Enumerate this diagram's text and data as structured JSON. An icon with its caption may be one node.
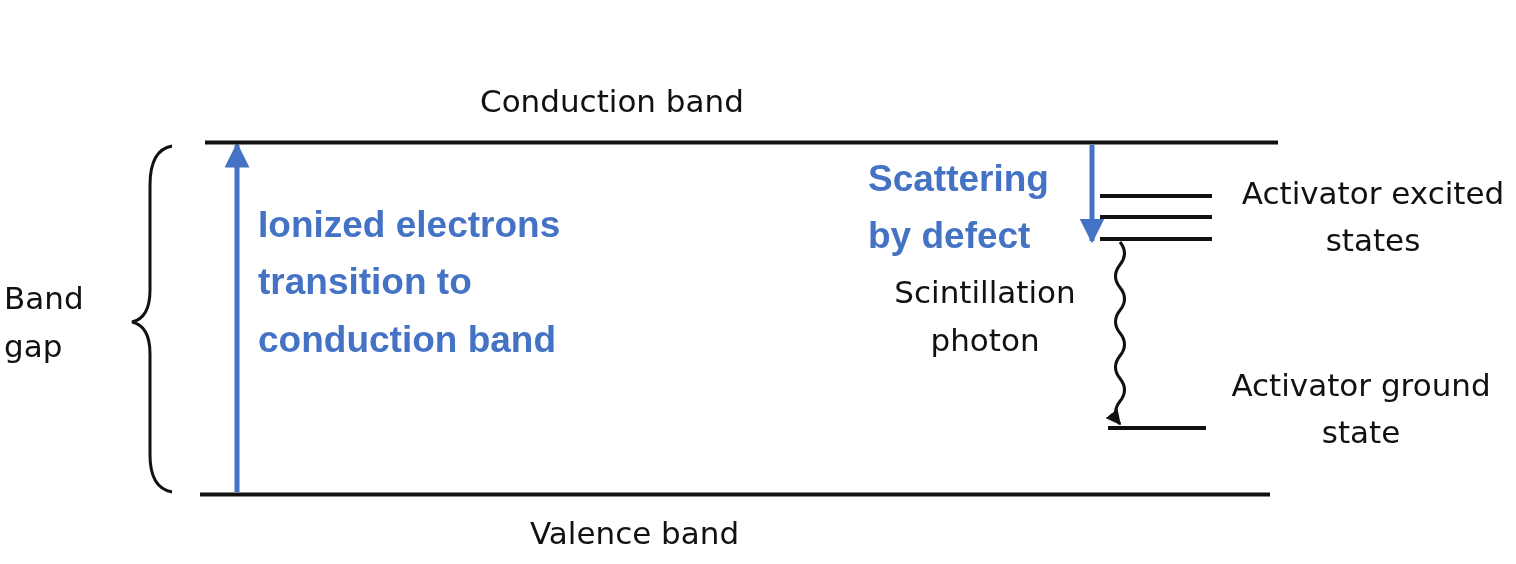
{
  "diagram": {
    "nodes": [
      {
        "text": [
          "Conduction band"
        ]
      },
      {
        "text": [
          "Valence band"
        ]
      },
      {
        "text": [
          "Activator excited states"
        ]
      },
      {
        "text": [
          "Activator ground state"
        ]
      }
    ],
    "edges": [
      {
        "from": 1,
        "to": 0,
        "arrow": "to",
        "label": "Ionized electrons transition to conduction band",
        "color": "#4472c4"
      },
      {
        "from": 0,
        "to": 2,
        "arrow": "to",
        "label": "Scattering by defect",
        "color": "#4472c4"
      },
      {
        "from": 2,
        "to": 3,
        "arrow": "to",
        "label": "Scintillation photon",
        "color": "#111111"
      }
    ],
    "labels": [
      "Band gap"
    ]
  }
}
